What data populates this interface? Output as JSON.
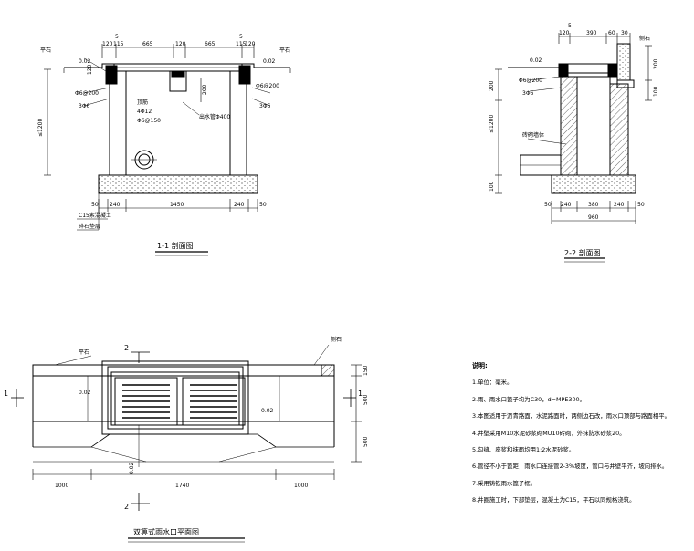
{
  "section_1": {
    "title": "1-1 剖面图",
    "labels": {
      "paving_left": "平石",
      "paving_right": "平石",
      "slope_left": "0.02",
      "slope_right": "0.02",
      "pipe_left": "Φ6@200",
      "pipe_right": "Φ6@200",
      "bar_left": "3Φ6",
      "bar_right": "3Φ6",
      "rebar_a": "4Φ12",
      "rebar_b": "Φ6@150",
      "rebar_c": "顶筋",
      "pipe_outlet": "出水管Φ400",
      "height": "≤1200",
      "base_a": "C15素混凝土",
      "base_b": "碎石垫层"
    },
    "top_dims": [
      "5",
      "120",
      "115",
      "665",
      "120",
      "665",
      "115",
      "120",
      "5"
    ],
    "side_dims": [
      "120",
      "200"
    ],
    "bottom_dims": [
      "50",
      "240",
      "1450",
      "240",
      "50"
    ]
  },
  "section_2": {
    "title": "2-2 剖面图",
    "labels": {
      "curb": "侧石",
      "slope": "0.02",
      "pipe": "Φ6@200",
      "bar": "3Φ6",
      "brick": "砖砌墙体",
      "height": "≤1200"
    },
    "top_dims": [
      "5",
      "120",
      "390",
      "60",
      "30"
    ],
    "side_dims": [
      "200",
      "100",
      "200",
      "100"
    ],
    "bottom_dims": [
      "50",
      "240",
      "380",
      "240",
      "50"
    ],
    "bottom_total": "960"
  },
  "plan": {
    "title": "双箅式雨水口平面图",
    "labels": {
      "paving": "平石",
      "curb": "侧石",
      "slope_left": "0.02",
      "slope_right": "0.02",
      "slope_bottom": "0.02"
    },
    "markers": [
      "1",
      "1",
      "2",
      "2"
    ],
    "bottom_dims": [
      "1000",
      "1740",
      "1000"
    ],
    "side_dims": [
      "150",
      "500",
      "500"
    ]
  },
  "notes": {
    "title": "说明:",
    "items": [
      "1.单位：毫米。",
      "2.雨、雨水口篦子均为C30，d=MPE300。",
      "3.本图适用于沥青路面，水泥路面时，两侧边石改，雨水口顶部与路面相平。",
      "4.井壁采用M10水泥砂浆砌MU10砖砌，外抹防水砂浆20。",
      "5.勾缝、座浆和抹面均用1:2水泥砂浆。",
      "6.管径不小于篦距，雨水口连接管2-3%坡度，管口与井壁平齐，坡向排水。",
      "7.采用铸铁雨水篦子框。",
      "8.井圈施工时，下部垫层，混凝土为C15，平石以同规格浇筑。"
    ]
  },
  "colors": {
    "line": "#000000",
    "grate": "#000000",
    "hatch": "#444444"
  }
}
